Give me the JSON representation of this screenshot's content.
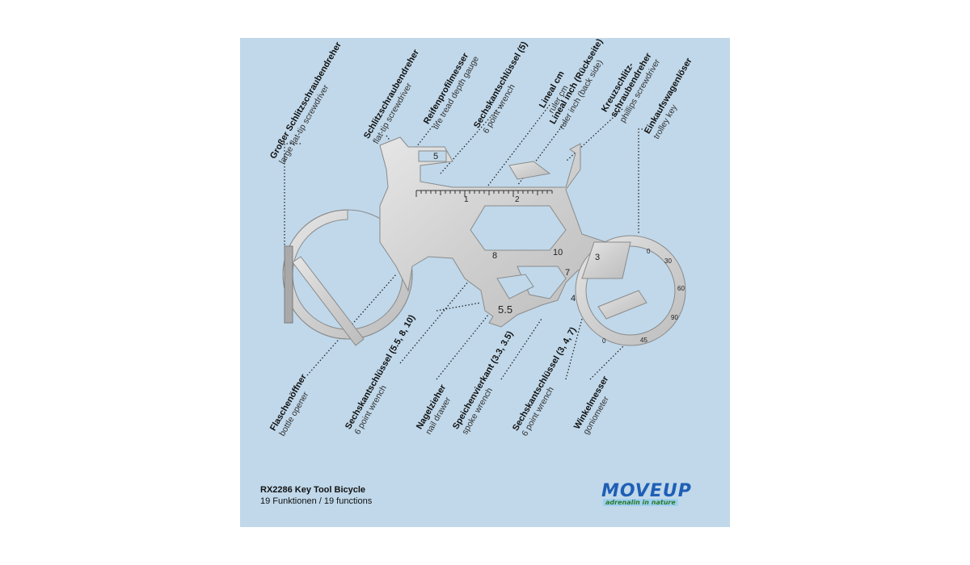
{
  "product": {
    "title": "RX2286 Key Tool Bicycle",
    "subtitle": "19 Funktionen / 19 functions"
  },
  "logo": {
    "word_left": "MOVE",
    "word_right": "UP",
    "tagline": "adrenalin in nature"
  },
  "tool_numbers": {
    "n5": "5",
    "n10": "10",
    "n8": "8",
    "n7": "7",
    "n3": "3",
    "n4": "4",
    "n55": "5.5",
    "ruler_1": "1",
    "ruler_2": "2"
  },
  "goniometer": {
    "a0": "0",
    "a30": "30",
    "a60": "60",
    "a90": "90",
    "a45": "45",
    "a0b": "0"
  },
  "labels_top": [
    {
      "de": "Großer Schlitzschraubendreher",
      "en": "large flat-tip screwdriver"
    },
    {
      "de": "Schlitzschraubendreher",
      "en": "flat-tip screwdriver"
    },
    {
      "de": "Reifenprofilmesser",
      "en": "tire tread depth gauge"
    },
    {
      "de": "Sechskantschlüssel (5)",
      "en": "6 point wrench"
    },
    {
      "de": "Lineal cm",
      "en": "ruler cm"
    },
    {
      "de": "Lineal inch (Rückseite)",
      "en": "ruler inch (back side)"
    },
    {
      "de": "Kreuzschlitz-",
      "de2": "schraubendreher",
      "en": "phillips screwdriver"
    },
    {
      "de": "Einkaufswagenlöser",
      "en": "trolley key"
    }
  ],
  "labels_bottom": [
    {
      "de": "Flaschenöffner",
      "en": "bottle opener"
    },
    {
      "de": "Sechskantschlüssel (5.5, 8, 10)",
      "en": "6 point wrench"
    },
    {
      "de": "Nagelzieher",
      "en": "nail drawer"
    },
    {
      "de": "Speichenvierkant (3.3, 3.5)",
      "en": "spoke wrench"
    },
    {
      "de": "Sechskantschlüssel (3, 4, 7)",
      "en": "6 point wrench"
    },
    {
      "de": "Winkelmesser",
      "en": "goniometer"
    }
  ]
}
